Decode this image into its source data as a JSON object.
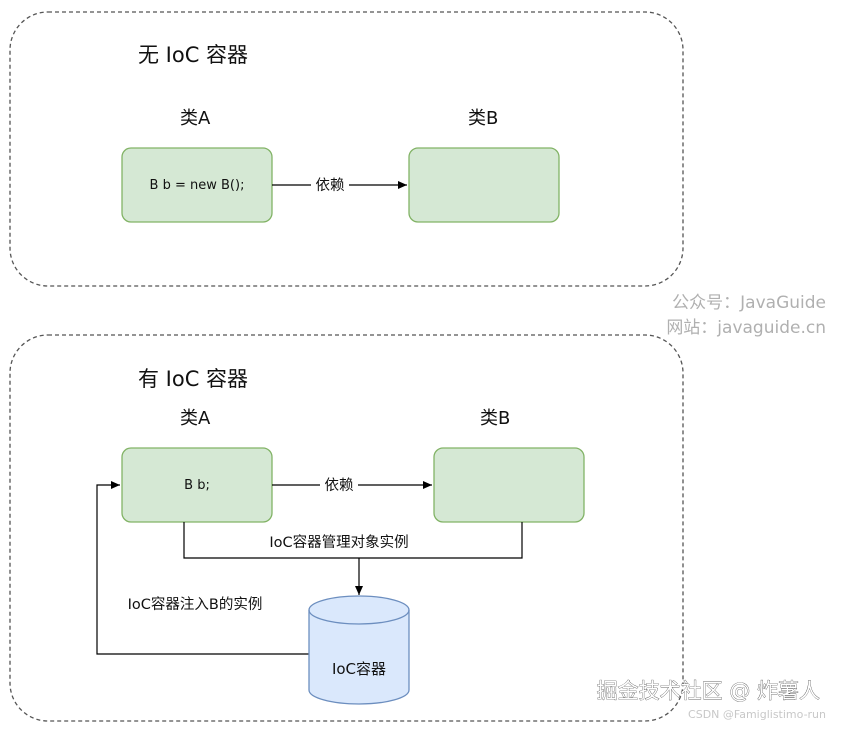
{
  "top_panel": {
    "title": "无 IoC 容器",
    "class_a": {
      "label": "类A",
      "code": "B b = new B();"
    },
    "class_b": {
      "label": "类B"
    },
    "dependency_label": "依赖"
  },
  "bottom_panel": {
    "title": "有 IoC 容器",
    "class_a": {
      "label": "类A",
      "code": "B b;"
    },
    "class_b": {
      "label": "类B"
    },
    "dependency_label": "依赖",
    "manage_label": "IoC容器管理对象实例",
    "inject_label": "IoC容器注入B的实例",
    "container_label": "IoC容器"
  },
  "watermark": {
    "line1": "公众号：JavaGuide",
    "line2": "网站：javaguide.cn"
  },
  "footer": {
    "brand": "掘金技术社区 @ 炸薯人",
    "credit": "CSDN @Famiglistimo-run"
  },
  "colors": {
    "class_fill": "#d5e8d4",
    "class_stroke": "#82b366",
    "container_fill": "#dae8fc",
    "container_stroke": "#6c8ebf"
  }
}
